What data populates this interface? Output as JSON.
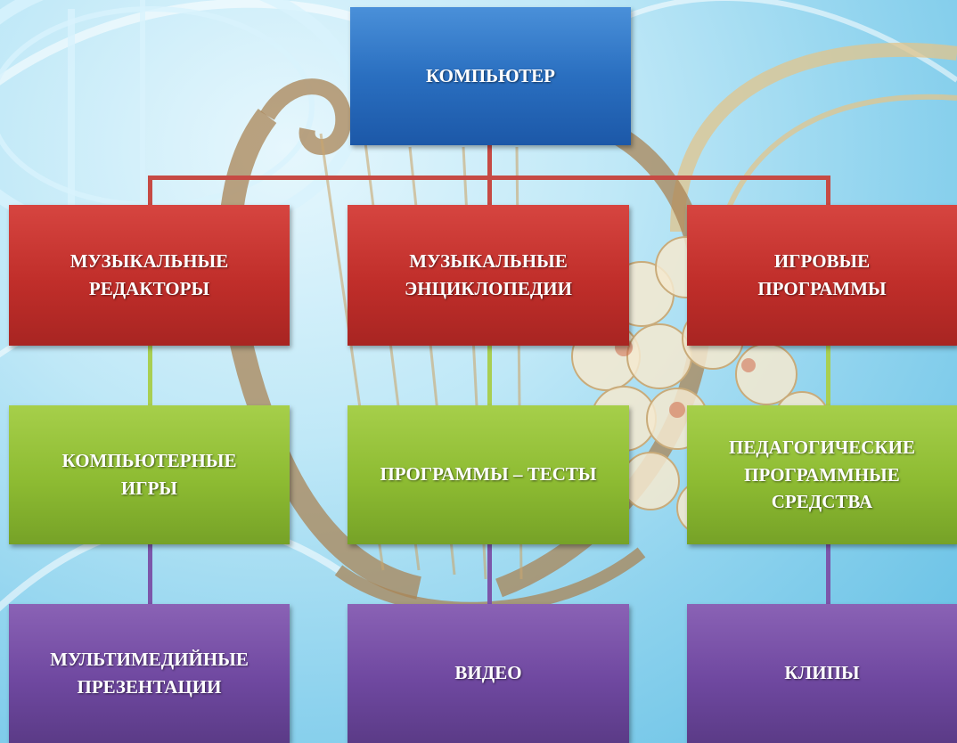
{
  "diagram": {
    "root": {
      "label": "КОМПЬЮТЕР",
      "color": "#2a6fc0"
    },
    "columns": [
      {
        "level1": {
          "label": "МУЗЫКАЛЬНЫЕ\nРЕДАКТОРЫ",
          "color": "#c02e2a"
        },
        "level2": {
          "label": "КОМПЬЮТЕРНЫЕ\nИГРЫ",
          "color": "#8dbb32"
        },
        "level3": {
          "label": "МУЛЬТИМЕДИЙНЫЕ\nПРЕЗЕНТАЦИИ",
          "color": "#6f48a0"
        }
      },
      {
        "level1": {
          "label": "МУЗЫКАЛЬНЫЕ\nЭНЦИКЛОПЕДИИ",
          "color": "#c02e2a"
        },
        "level2": {
          "label": "ПРОГРАММЫ – ТЕСТЫ",
          "color": "#8dbb32"
        },
        "level3": {
          "label": "ВИДЕО",
          "color": "#6f48a0"
        }
      },
      {
        "level1": {
          "label": "ИГРОВЫЕ\nПРОГРАММЫ",
          "color": "#c02e2a"
        },
        "level2": {
          "label": "ПЕДАГОГИЧЕСКИЕ\nПРОГРАММНЫЕ\nСРЕДСТВА",
          "color": "#8dbb32"
        },
        "level3": {
          "label": "КЛИПЫ",
          "color": "#6f48a0"
        }
      }
    ]
  }
}
